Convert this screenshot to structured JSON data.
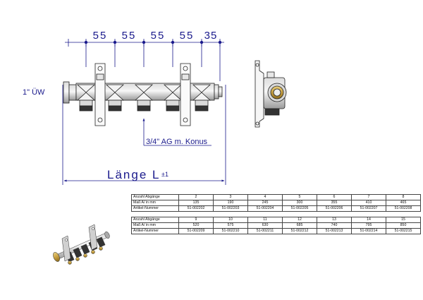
{
  "dimensions": {
    "segments": [
      "55",
      "55",
      "55",
      "55",
      "35"
    ],
    "length_label": "Länge L",
    "tolerance": "±1"
  },
  "labels": {
    "inlet": "1\" ÜW",
    "outlet": "3/4\" AG m. Konus"
  },
  "table_top": {
    "row_headers": [
      "Anzahl Abgänge",
      "Maß A/ in mm",
      "Artikel-Nummer"
    ],
    "columns": [
      {
        "abgaenge": "2",
        "mass": "135",
        "artikel": "51-002202"
      },
      {
        "abgaenge": "3",
        "mass": "190",
        "artikel": "51-002203"
      },
      {
        "abgaenge": "4",
        "mass": "245",
        "artikel": "51-002204"
      },
      {
        "abgaenge": "5",
        "mass": "300",
        "artikel": "51-002205"
      },
      {
        "abgaenge": "6",
        "mass": "355",
        "artikel": "51-002206"
      },
      {
        "abgaenge": "7",
        "mass": "410",
        "artikel": "51-002207"
      },
      {
        "abgaenge": "8",
        "mass": "465",
        "artikel": "51-002208"
      }
    ]
  },
  "table_bottom": {
    "row_headers": [
      "Anzahl Abgänge",
      "Maß A/ in mm",
      "Artikel-Nummer"
    ],
    "columns": [
      {
        "abgaenge": "9",
        "mass": "520",
        "artikel": "51-002209"
      },
      {
        "abgaenge": "10",
        "mass": "575",
        "artikel": "51-002210"
      },
      {
        "abgaenge": "11",
        "mass": "630",
        "artikel": "51-002211"
      },
      {
        "abgaenge": "12",
        "mass": "685",
        "artikel": "51-002212"
      },
      {
        "abgaenge": "13",
        "mass": "740",
        "artikel": "51-002213"
      },
      {
        "abgaenge": "14",
        "mass": "795",
        "artikel": "51-002214"
      },
      {
        "abgaenge": "15",
        "mass": "850",
        "artikel": "51-002215"
      }
    ]
  },
  "colors": {
    "dimension": "#1a1a8c",
    "outline": "#222222",
    "brass": "#c8a040",
    "dark_nut": "#333333"
  }
}
